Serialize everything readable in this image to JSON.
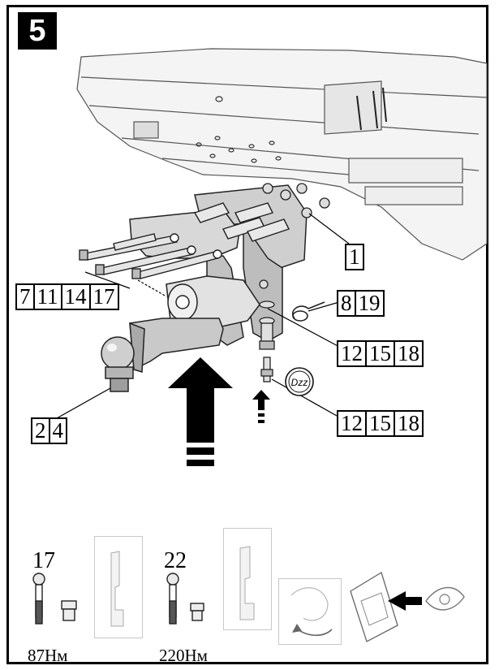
{
  "step": {
    "number": "5"
  },
  "callouts": {
    "part_1": [
      "1"
    ],
    "bolts_left": [
      "7",
      "11",
      "14",
      "17"
    ],
    "pin": [
      "8",
      "19"
    ],
    "bolt_lower_a": [
      "12",
      "15",
      "18"
    ],
    "bolt_lower_b": [
      "12",
      "15",
      "18"
    ],
    "towball": [
      "2 ",
      " 4"
    ]
  },
  "torque": [
    {
      "size": "17",
      "value": "87Нм"
    },
    {
      "size": "22",
      "value": "220Нм"
    }
  ],
  "icons": {
    "dzz": "Dzz",
    "arrow_color": "#000000",
    "line_color": "#333333"
  }
}
